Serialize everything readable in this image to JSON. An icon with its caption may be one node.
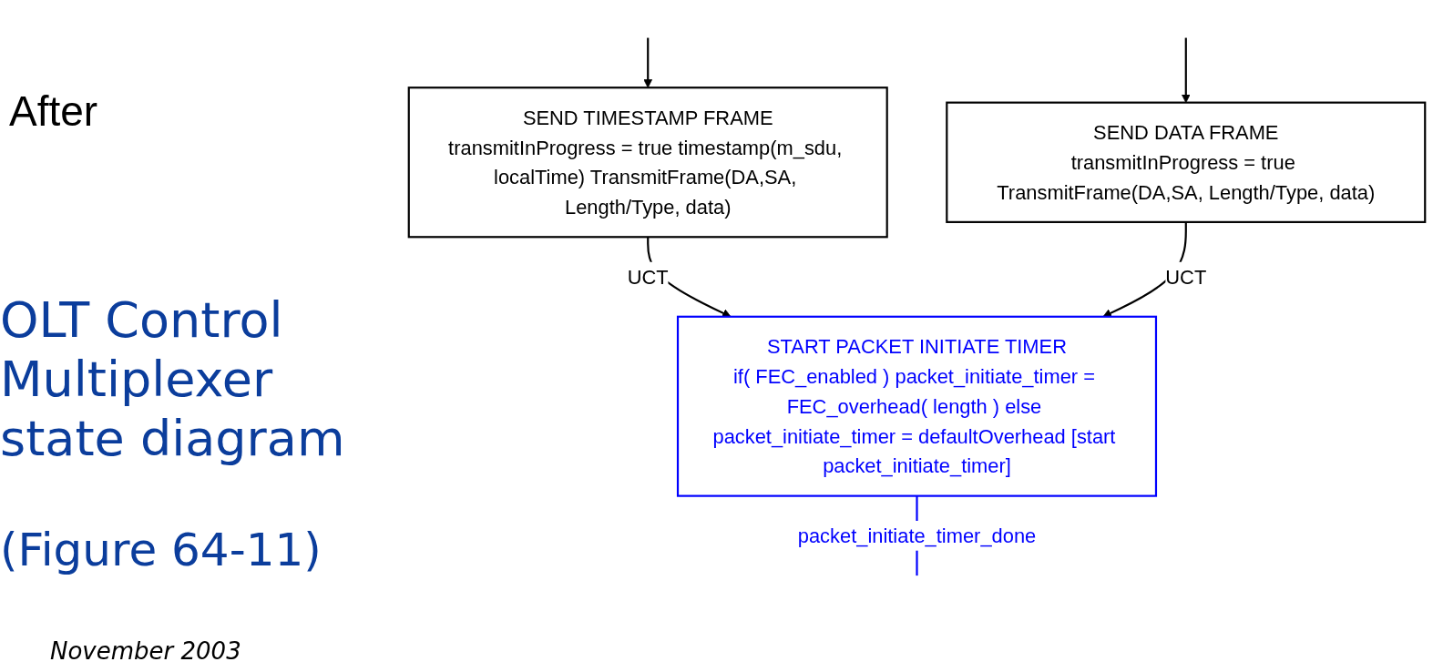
{
  "diagram": {
    "title": "OLT Control Multiplexer state diagram",
    "nodes": [
      {
        "text": [
          "SEND TIMESTAMP FRAME",
          "transmitInProgress = true timestamp(m_sdu, localTime) TransmitFrame(DA,SA, Length/Type, data)"
        ]
      },
      {
        "text": [
          "SEND DATA FRAME",
          "transmitInProgress = true TransmitFrame(DA,SA, Length/Type, data)"
        ]
      },
      {
        "text": [
          "START PACKET INITIATE TIMER",
          "if( FEC_enabled ) packet_initiate_timer = FEC_overhead( length ) else packet_initiate_timer = defaultOverhead [start packet_initiate_timer]"
        ]
      }
    ],
    "edges": [
      {
        "from": null,
        "to": 0,
        "arrow": "to"
      },
      {
        "from": null,
        "to": 1,
        "arrow": "to"
      },
      {
        "from": 0,
        "to": 2,
        "arrow": "to",
        "label": "UCT"
      },
      {
        "from": 1,
        "to": 2,
        "arrow": "to",
        "label": "UCT"
      },
      {
        "from": 2,
        "to": null,
        "arrow": "none",
        "label": "packet_initiate_timer_done",
        "color": "#0000ff"
      }
    ],
    "labels": [
      "After",
      "(Figure 64-11)",
      "November 2003"
    ]
  }
}
